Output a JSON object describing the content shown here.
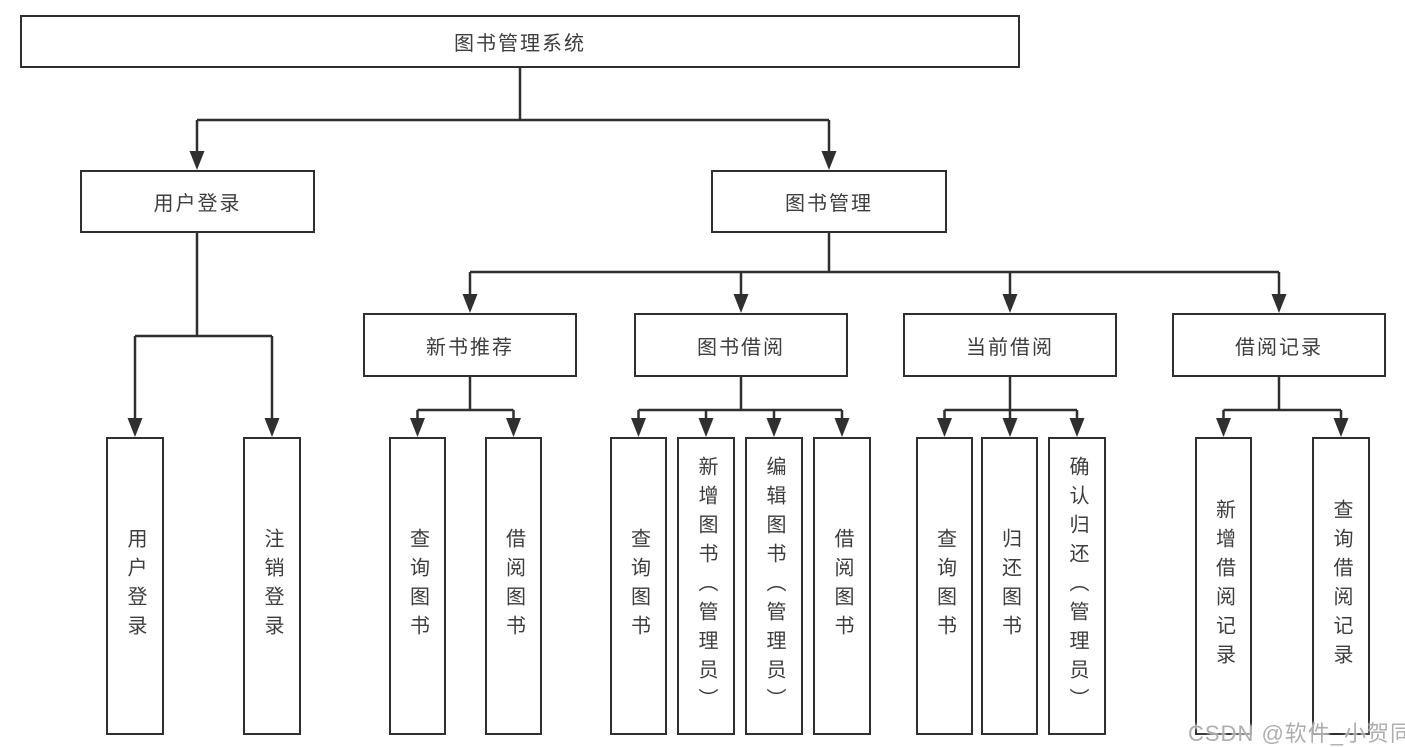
{
  "diagram": {
    "root": {
      "label": "图书管理系统"
    },
    "level2": [
      {
        "id": "user-login",
        "label": "用户登录"
      },
      {
        "id": "book-management",
        "label": "图书管理"
      }
    ],
    "level3": [
      {
        "id": "new-book-recommend",
        "label": "新书推荐"
      },
      {
        "id": "book-borrow",
        "label": "图书借阅"
      },
      {
        "id": "current-borrow",
        "label": "当前借阅"
      },
      {
        "id": "borrow-records",
        "label": "借阅记录"
      }
    ],
    "leaves": {
      "login": [
        "用户登录",
        "注销登录"
      ],
      "recommend": [
        "查询图书",
        "借阅图书"
      ],
      "borrow": [
        "查询图书",
        "新增图书（管理员）",
        "编辑图书（管理员）",
        "借阅图书"
      ],
      "current": [
        "查询图书",
        "归还图书",
        "确认归还（管理员）"
      ],
      "records": [
        "新增借阅记录",
        "查询借阅记录"
      ]
    }
  },
  "watermark": {
    "text": "CSDN @软件_小贺同学"
  },
  "colors": {
    "line": "#2f2f2f",
    "box_border": "#2f2f2f",
    "text": "#3d3d3d",
    "watermark": "#a5a5a5",
    "background": "#ffffff"
  }
}
